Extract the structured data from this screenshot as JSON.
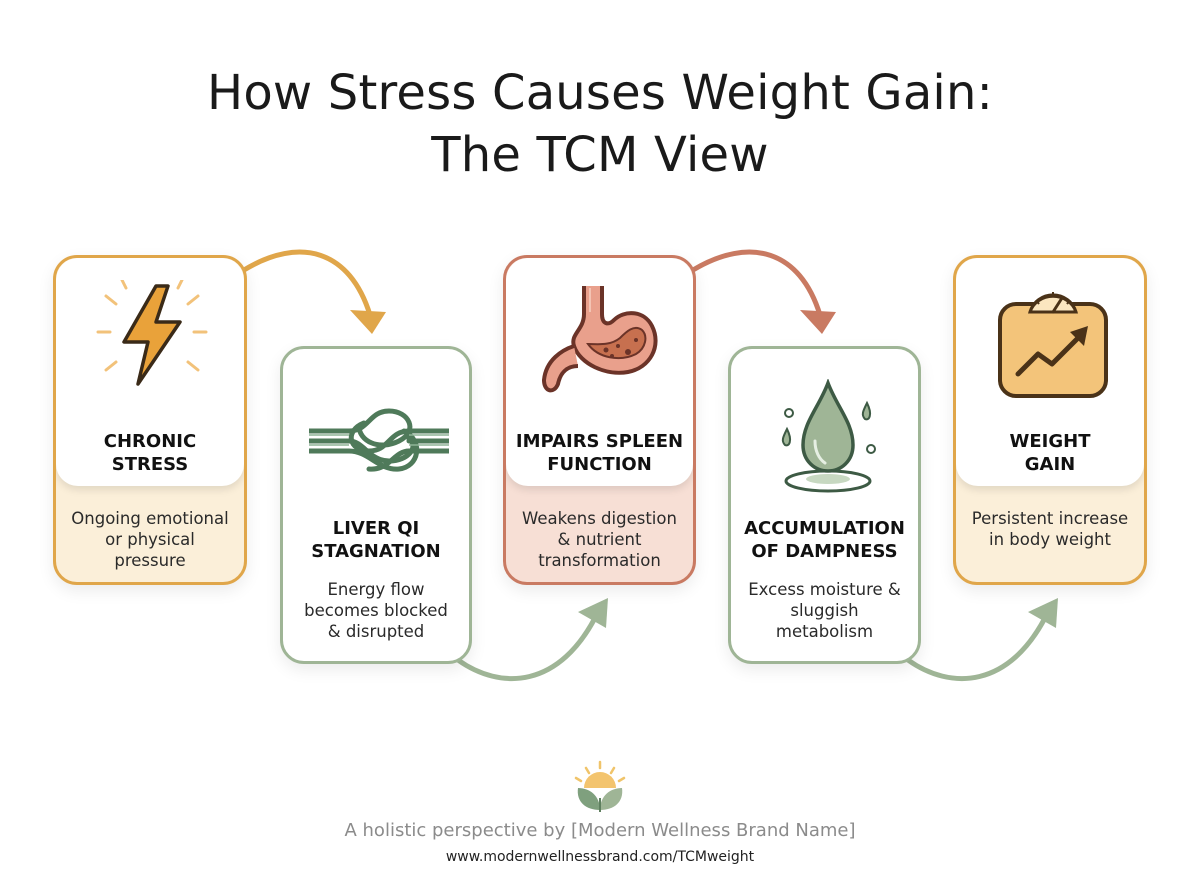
{
  "title": {
    "line1": "How Stress Causes Weight Gain:",
    "line2": "The TCM View"
  },
  "steps": [
    {
      "label_line1": "CHRONIC",
      "label_line2": "STRESS",
      "desc_line1": "Ongoing emotional",
      "desc_line2": "or physical",
      "desc_line3": "pressure",
      "icon": "lightning-bolt-icon",
      "color": "#e0a64a"
    },
    {
      "label_line1": "LIVER QI",
      "label_line2": "STAGNATION",
      "desc_line1": "Energy flow",
      "desc_line2": "becomes blocked",
      "desc_line3": "& disrupted",
      "icon": "knot-icon",
      "color": "#9fb596"
    },
    {
      "label_line1": "IMPAIRS SPLEEN",
      "label_line2": "FUNCTION",
      "desc_line1": "Weakens digestion",
      "desc_line2": "& nutrient",
      "desc_line3": "transformation",
      "icon": "stomach-icon",
      "color": "#c97a62"
    },
    {
      "label_line1": "ACCUMULATION",
      "label_line2": "OF DAMPNESS",
      "desc_line1": "Excess moisture &",
      "desc_line2": "sluggish",
      "desc_line3": "metabolism",
      "icon": "water-drop-icon",
      "color": "#9fb596"
    },
    {
      "label_line1": "WEIGHT",
      "label_line2": "GAIN",
      "desc_line1": "Persistent increase",
      "desc_line2": "in body weight",
      "icon": "scale-icon",
      "color": "#e0a64a"
    }
  ],
  "footer": {
    "tagline": "A holistic perspective by [Modern Wellness Brand Name]",
    "url": "www.modernwellnessbrand.com/TCMweight"
  }
}
